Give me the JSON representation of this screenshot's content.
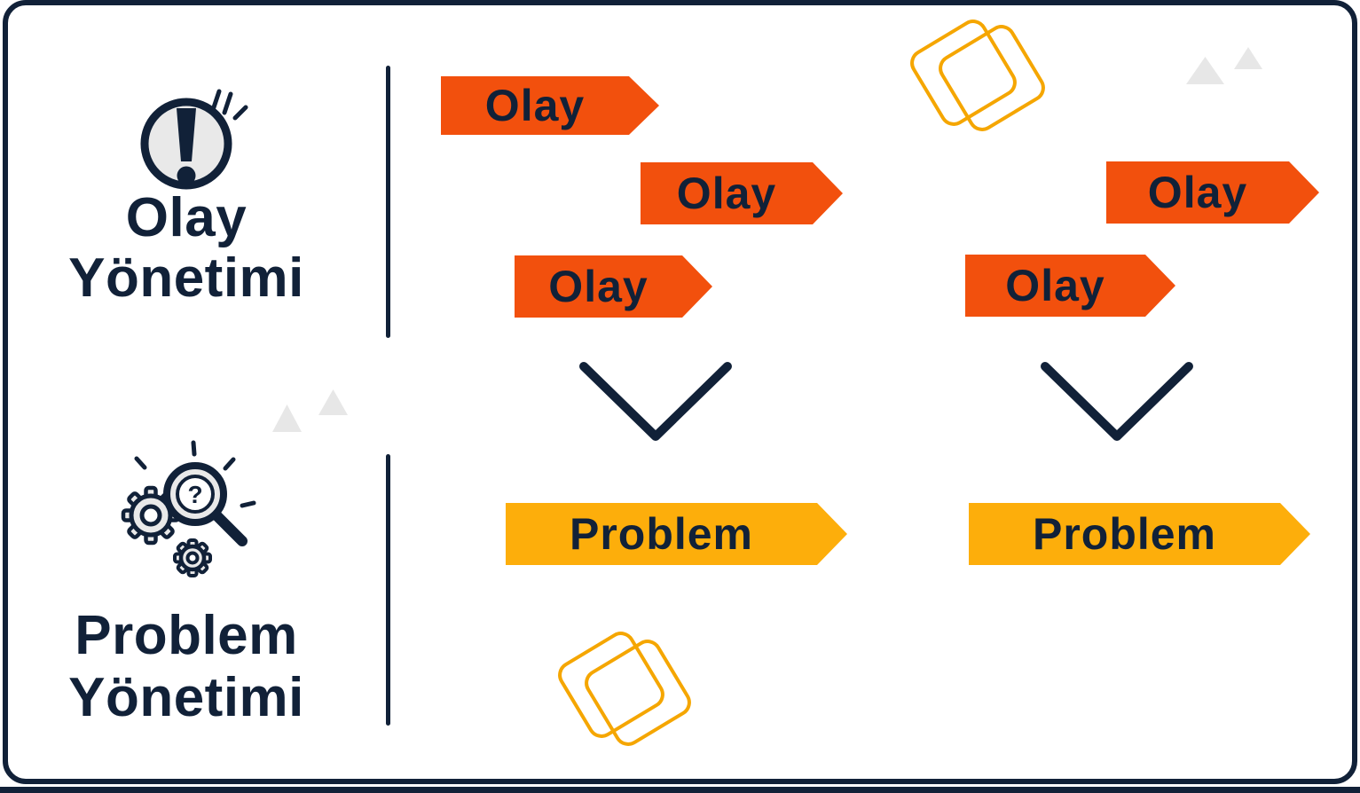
{
  "colors": {
    "navy": "#112138",
    "orange": "#F2500D",
    "amber": "#FDAE0B",
    "decoration_orange": "#F5A600",
    "icon_gray": "#E9E9E9",
    "triangle_gray": "#E7E7E7",
    "background": "#FFFFFF"
  },
  "sections": {
    "event_management": {
      "icon": "exclamation-circle-icon",
      "title_line1": "Olay",
      "title_line2": "Yönetimi"
    },
    "problem_management": {
      "icon": "magnifier-gears-icon",
      "question_glyph": "?",
      "title_line1": "Problem",
      "title_line2": "Yönetimi"
    }
  },
  "flows": [
    {
      "id": "left",
      "event_labels": [
        "Olay",
        "Olay",
        "Olay"
      ],
      "problem_label": "Problem"
    },
    {
      "id": "right",
      "event_labels": [
        "Olay",
        "Olay"
      ],
      "problem_label": "Problem"
    }
  ]
}
